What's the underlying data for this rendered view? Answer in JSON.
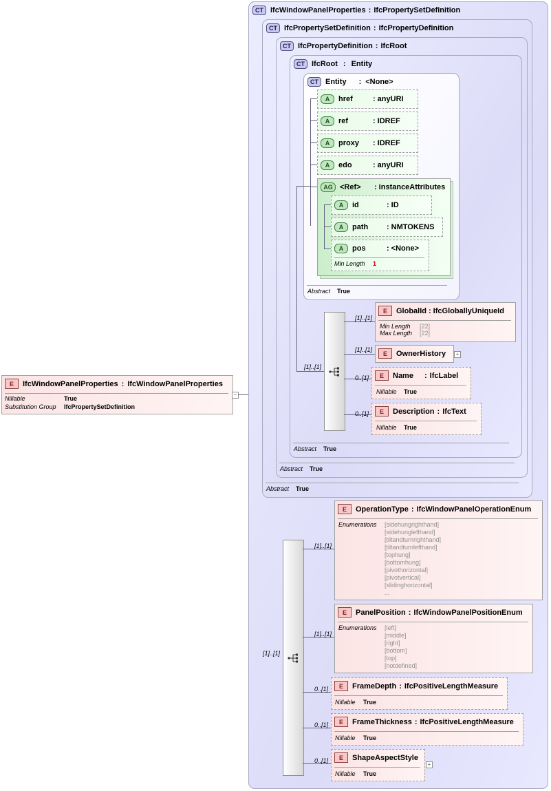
{
  "root_element": {
    "name": "IfcWindowPanelProperties",
    "type": "IfcWindowPanelProperties",
    "props": [
      {
        "label": "Nillable",
        "value": "True"
      },
      {
        "label": "Substitution Group",
        "value": "IfcPropertySetDefinition"
      }
    ]
  },
  "badges": {
    "ct": "CT",
    "e": "E",
    "a": "A",
    "ag": "AG"
  },
  "types": {
    "window_panel": {
      "name": "IfcWindowPanelProperties",
      "base": "IfcPropertySetDefinition"
    },
    "property_set": {
      "name": "IfcPropertySetDefinition",
      "base": "IfcPropertyDefinition"
    },
    "property_def": {
      "name": "IfcPropertyDefinition",
      "base": "IfcRoot"
    },
    "root": {
      "name": "IfcRoot",
      "base": "Entity"
    },
    "entity": {
      "name": "Entity",
      "base": "<None>"
    }
  },
  "separator": ":",
  "abstract": {
    "label": "Abstract",
    "value": "True"
  },
  "entity_attributes": [
    {
      "name": "href",
      "type": "anyURI"
    },
    {
      "name": "ref",
      "type": "IDREF"
    },
    {
      "name": "proxy",
      "type": "IDREF"
    },
    {
      "name": "edo",
      "type": "anyURI"
    }
  ],
  "attribute_group": {
    "name": "<Ref>",
    "type": "instanceAttributes",
    "attributes": [
      {
        "name": "id",
        "type": "ID"
      },
      {
        "name": "path",
        "type": "NMTOKENS"
      },
      {
        "name": "pos",
        "type": "<None>",
        "prop_label": "Min Length",
        "prop_value": "1"
      }
    ]
  },
  "root_sequence": {
    "cardinality": "[1]..[1]",
    "elements": [
      {
        "name": "GlobalId",
        "type": "IfcGloballyUniqueId",
        "cardinality": "[1]..[1]",
        "props": [
          {
            "label": "Min Length",
            "value": "[22]"
          },
          {
            "label": "Max Length",
            "value": "[22]"
          }
        ]
      },
      {
        "name": "OwnerHistory",
        "cardinality": "[1]..[1]"
      },
      {
        "name": "Name",
        "type": "IfcLabel",
        "cardinality": "0..[1]",
        "nillable_label": "Nillable",
        "nillable_value": "True"
      },
      {
        "name": "Description",
        "type": "IfcText",
        "cardinality": "0..[1]",
        "nillable_label": "Nillable",
        "nillable_value": "True"
      }
    ]
  },
  "main_sequence": {
    "cardinality": "[1]..[1]",
    "operation_type": {
      "name": "OperationType",
      "type": "IfcWindowPanelOperationEnum",
      "cardinality": "[1]..[1]",
      "enum_label": "Enumerations",
      "values": [
        "[sidehungrighthand]",
        "[sidehunglefthand]",
        "[tiltandturnrighthand]",
        "[tiltandturnlefthand]",
        "[tophung]",
        "[bottomhung]",
        "[pivothorizontal]",
        "[pivotvertical]",
        "[slidinghorizontal]",
        "..."
      ]
    },
    "panel_position": {
      "name": "PanelPosition",
      "type": "IfcWindowPanelPositionEnum",
      "cardinality": "[1]..[1]",
      "enum_label": "Enumerations",
      "values": [
        "[left]",
        "[middle]",
        "[right]",
        "[bottom]",
        "[top]",
        "[notdefined]"
      ]
    },
    "frame_depth": {
      "name": "FrameDepth",
      "type": "IfcPositiveLengthMeasure",
      "cardinality": "0..[1]",
      "nillable_label": "Nillable",
      "nillable_value": "True"
    },
    "frame_thickness": {
      "name": "FrameThickness",
      "type": "IfcPositiveLengthMeasure",
      "cardinality": "0..[1]",
      "nillable_label": "Nillable",
      "nillable_value": "True"
    },
    "shape_aspect_style": {
      "name": "ShapeAspectStyle",
      "cardinality": "0..[1]",
      "nillable_label": "Nillable",
      "nillable_value": "True"
    }
  }
}
